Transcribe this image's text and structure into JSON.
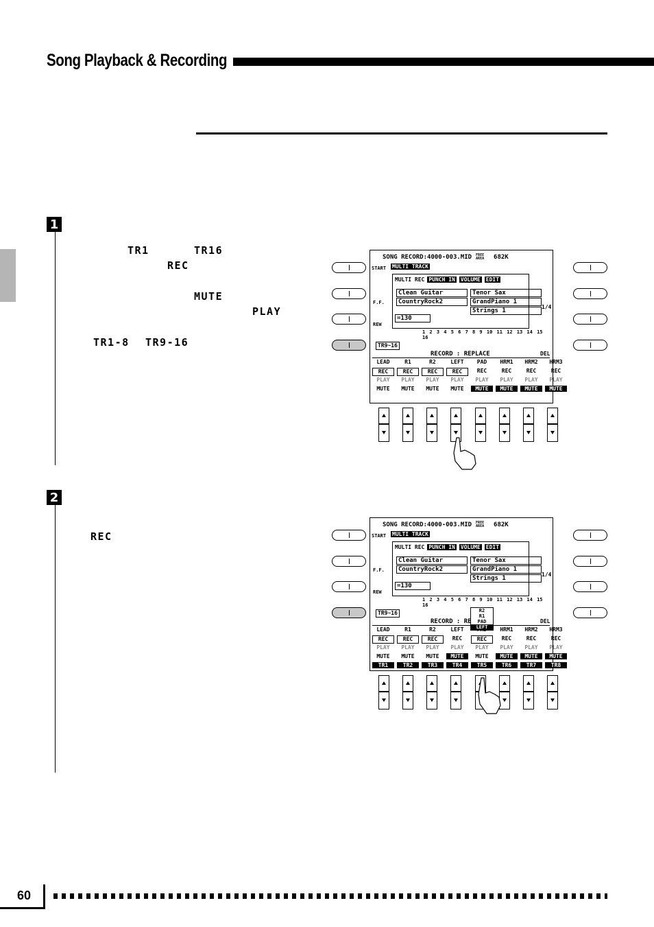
{
  "header": {
    "title": "Song Playback & Recording"
  },
  "steps": [
    {
      "number": "1",
      "labels": {
        "tr1": "TR1",
        "tr16": "TR16",
        "rec": "REC",
        "mute": "MUTE",
        "play": "PLAY",
        "tr1_8": "TR1-8",
        "tr9_16": "TR9-16"
      }
    },
    {
      "number": "2",
      "labels": {
        "rec": "REC"
      }
    }
  ],
  "screen": {
    "title": "SONG RECORD:4000-003.MID",
    "free_area": "FREE AREA",
    "size": "682K",
    "mode": "MULTI TRACK",
    "tabs": [
      "MULTI REC",
      "PUNCH IN",
      "VOLUME",
      "EDIT"
    ],
    "left_labels": [
      "START",
      "F.F.",
      "REW"
    ],
    "right_labels": [
      "1/4",
      "DEL"
    ],
    "voices": {
      "lr": "Clean Guitar",
      "st": "CountryRock2",
      "lead": "Tenor Sax",
      "r1": "GrandPiano 1",
      "r2": "Strings 1"
    },
    "tempo": "=130",
    "track_numbers": "1 2 3 4 5 6 7 8 9 10 11 12 13 14 15 16",
    "tr_toggle": "TR9~16",
    "record_mode": "RECORD : REPLACE",
    "parts": [
      "LEAD",
      "R1",
      "R2",
      "LEFT",
      "PAD",
      "HRM1",
      "HRM2",
      "HRM3"
    ],
    "rec": "REC",
    "play": "PLAY",
    "mute": "MUTE",
    "tr_labels": [
      "TR1",
      "TR2",
      "TR3",
      "TR4",
      "TR5",
      "TR6",
      "TR7",
      "TR8"
    ],
    "popup": [
      "R2",
      "R1",
      "PAD",
      "LEFT"
    ]
  },
  "footer": {
    "page_number": "60"
  }
}
